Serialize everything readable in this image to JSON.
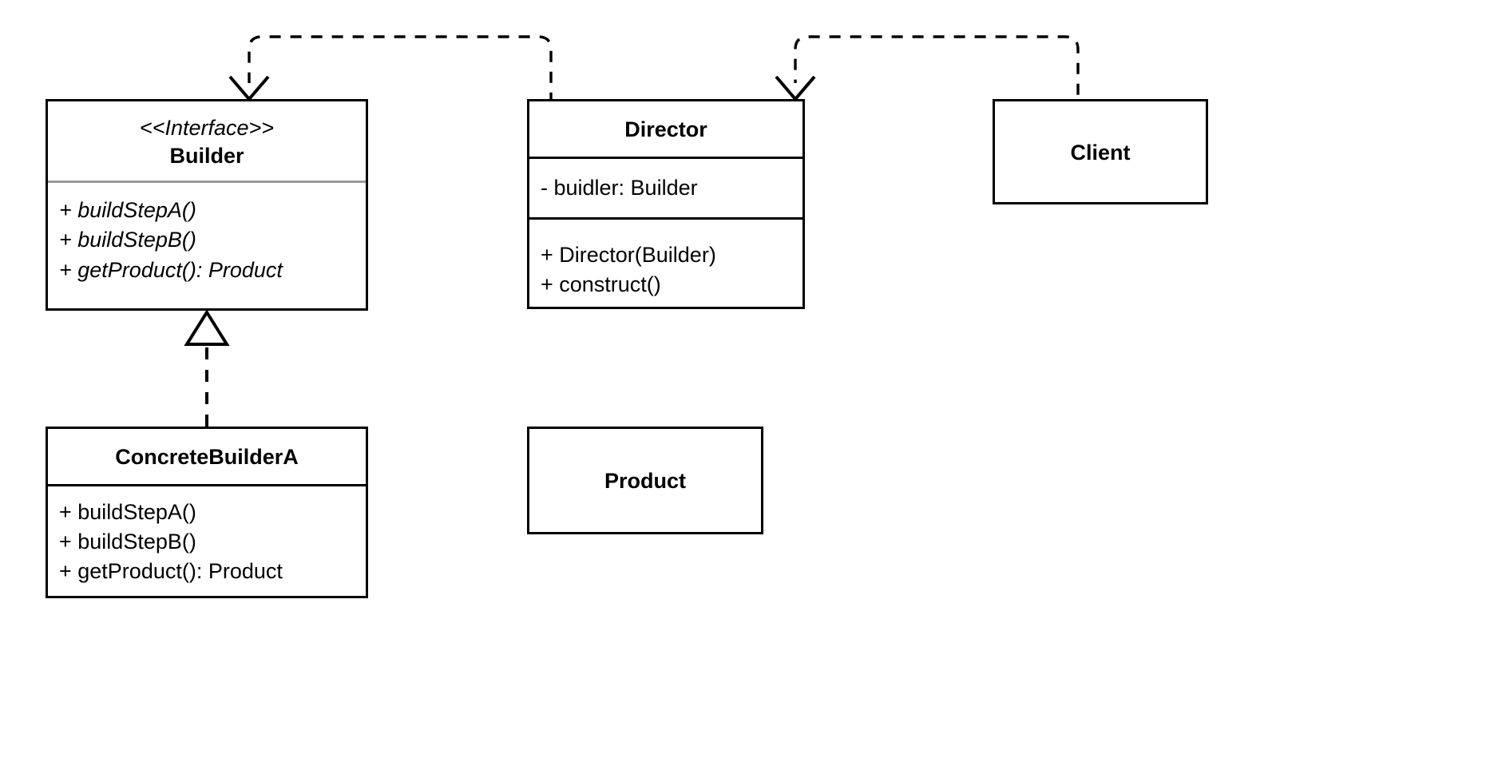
{
  "diagram": {
    "kind": "uml-class-diagram",
    "pattern": "Builder",
    "background": "#ffffff",
    "line_color": "#000000",
    "separator_gray": "#9a9a9a"
  },
  "classes": {
    "builder": {
      "stereotype": "<<Interface>>",
      "name": "Builder",
      "members": [
        "+ buildStepA()",
        "+ buildStepB()",
        "+ getProduct(): Product"
      ]
    },
    "concrete_builder_a": {
      "name": "ConcreteBuilderA",
      "members": [
        "+ buildStepA()",
        "+ buildStepB()",
        "+ getProduct(): Product"
      ]
    },
    "director": {
      "name": "Director",
      "attributes": [
        "- buidler: Builder"
      ],
      "operations": [
        "+ Director(Builder)",
        "+ construct()"
      ]
    },
    "client": {
      "name": "Client"
    },
    "product": {
      "name": "Product"
    }
  },
  "relationships": [
    {
      "id": "client-to-builder",
      "type": "dependency",
      "source": "Client",
      "target": "Builder",
      "line_style": "dashed",
      "arrowhead": "open-v"
    },
    {
      "id": "client-to-director",
      "type": "dependency",
      "source": "Client",
      "target": "Director",
      "line_style": "dashed",
      "arrowhead": "open-v"
    },
    {
      "id": "director-to-builder",
      "type": "dependency",
      "source": "Director",
      "target": "Builder",
      "line_style": "dashed",
      "arrowhead": "open-v"
    },
    {
      "id": "concretebuildera-realizes-builder",
      "type": "realization",
      "source": "ConcreteBuilderA",
      "target": "Builder",
      "line_style": "dashed",
      "arrowhead": "hollow-triangle"
    }
  ]
}
